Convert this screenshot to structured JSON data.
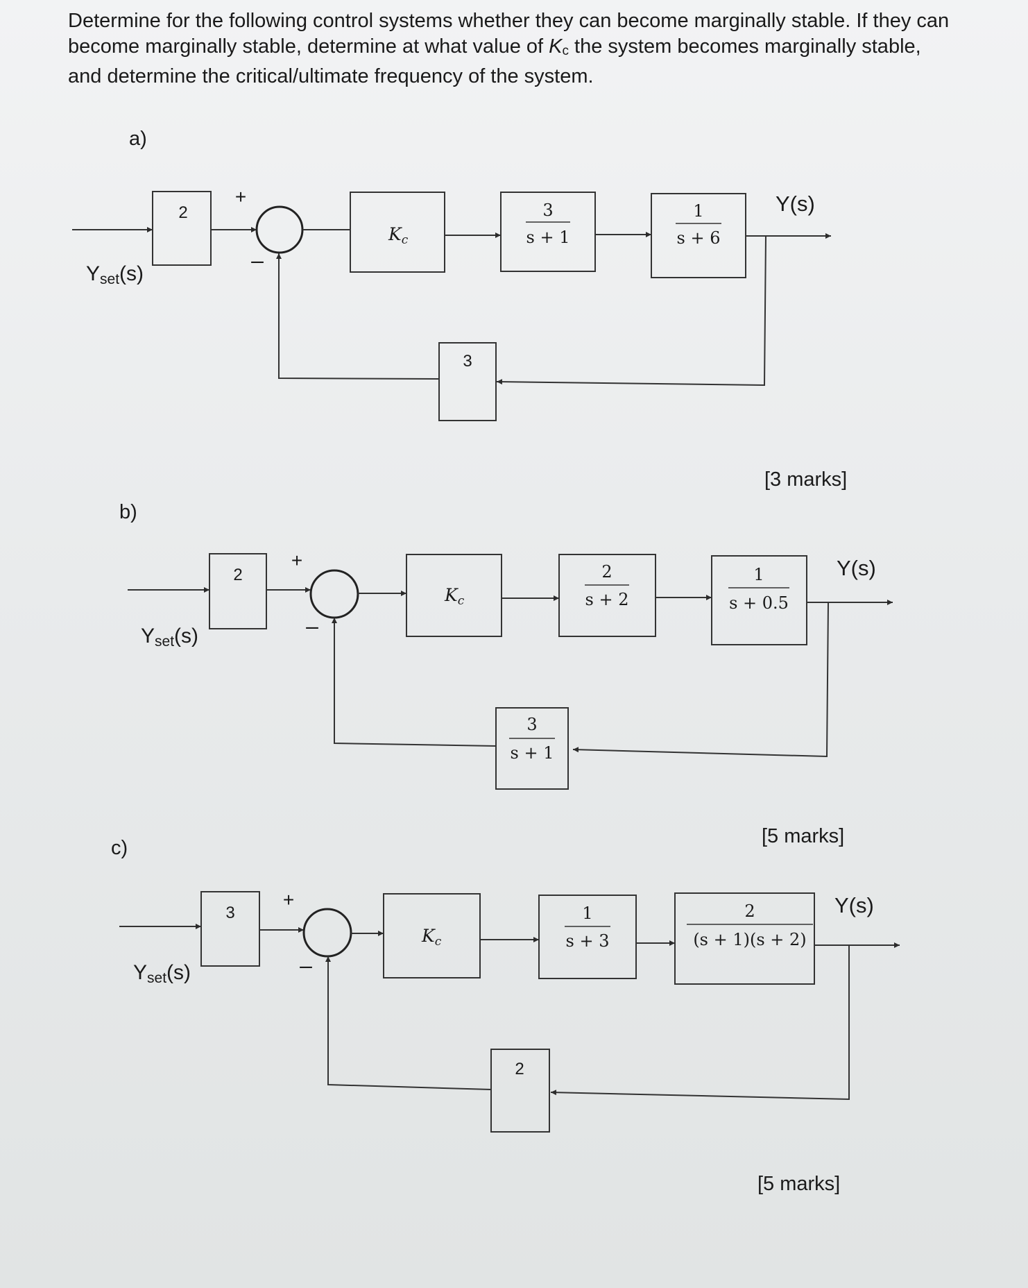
{
  "question": {
    "part1": "Determine for the following control systems whether they can become marginally stable. If they can become marginally stable, determine at what value of ",
    "kc_symbol": "K",
    "kc_sub": "c",
    "part2": " the system becomes marginally stable, and determine the critical/ultimate frequency of the system."
  },
  "common": {
    "input_main": "Y",
    "input_sub": "set",
    "input_tail": "(s)",
    "output": "Y(s)",
    "plus": "+",
    "minus": "–",
    "controller_symbol": "K",
    "controller_sub": "c"
  },
  "parts": {
    "a": {
      "label": "a)",
      "gain": "2",
      "plant1": {
        "num": "3",
        "den": "s + 1"
      },
      "plant2": {
        "num": "1",
        "den": "s + 6"
      },
      "feedback": "3",
      "marks": "[3 marks]"
    },
    "b": {
      "label": "b)",
      "gain": "2",
      "plant1": {
        "num": "2",
        "den": "s + 2"
      },
      "plant2": {
        "num": "1",
        "den": "s + 0.5"
      },
      "feedback": {
        "num": "3",
        "den": "s + 1"
      },
      "marks": "[5 marks]"
    },
    "c": {
      "label": "c)",
      "gain": "3",
      "plant1": {
        "num": "1",
        "den": "s + 3"
      },
      "plant2": {
        "num": "2",
        "den": "(s + 1)(s + 2)"
      },
      "feedback": "2",
      "marks": "[5 marks]"
    }
  }
}
